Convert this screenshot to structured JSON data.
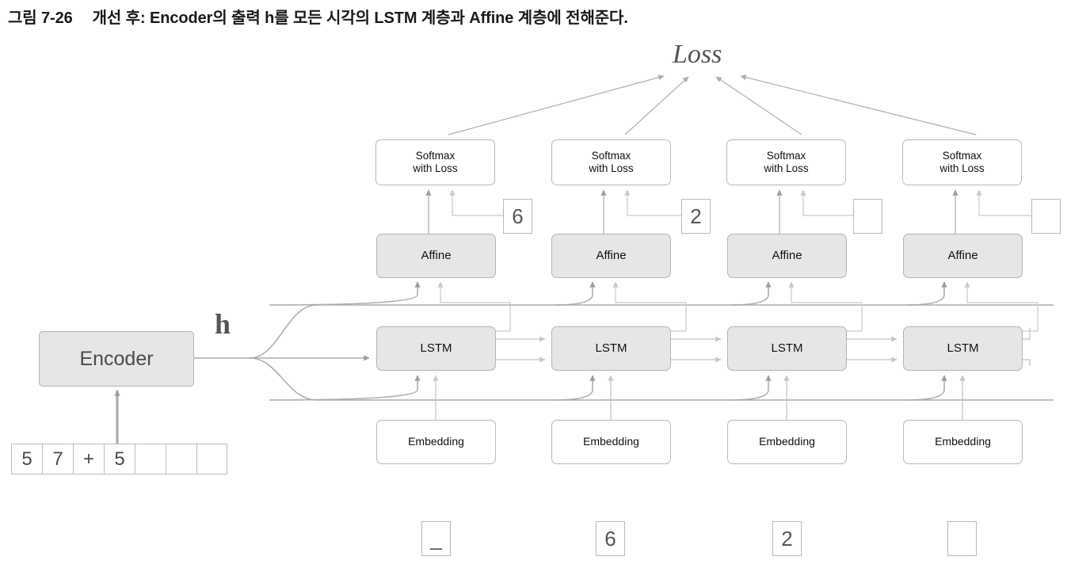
{
  "caption": {
    "figure_number": "그림 7-26",
    "text": "개선 후: Encoder의 출력 h를 모든 시각의 LSTM 계층과 Affine 계층에 전해준다."
  },
  "loss_label": "Loss",
  "h_label": "h",
  "encoder": {
    "label": "Encoder",
    "input_strip": [
      "5",
      "7",
      "+",
      "5",
      "",
      "",
      ""
    ]
  },
  "columns": [
    {
      "softmax_label": "Softmax\nwith Loss",
      "softmax_line1": "Softmax",
      "softmax_line2": "with Loss",
      "affine_label": "Affine",
      "lstm_label": "LSTM",
      "embedding_label": "Embedding",
      "teacher_label": "6",
      "input_label": "_"
    },
    {
      "softmax_line1": "Softmax",
      "softmax_line2": "with Loss",
      "affine_label": "Affine",
      "lstm_label": "LSTM",
      "embedding_label": "Embedding",
      "teacher_label": "2",
      "input_label": "6"
    },
    {
      "softmax_line1": "Softmax",
      "softmax_line2": "with Loss",
      "affine_label": "Affine",
      "lstm_label": "LSTM",
      "embedding_label": "Embedding",
      "teacher_label": "",
      "input_label": "2"
    },
    {
      "softmax_line1": "Softmax",
      "softmax_line2": "with Loss",
      "affine_label": "Affine",
      "lstm_label": "LSTM",
      "embedding_label": "Embedding",
      "teacher_label": "",
      "input_label": ""
    }
  ],
  "colors": {
    "box_fill_grey": "#e6e6e6",
    "box_fill_white": "#ffffff",
    "box_border": "#b9b9b9",
    "arrow_dark": "#9e9e9e",
    "arrow_light": "#cfcfcf",
    "text_dark": "#111111",
    "text_grey": "#555555"
  }
}
